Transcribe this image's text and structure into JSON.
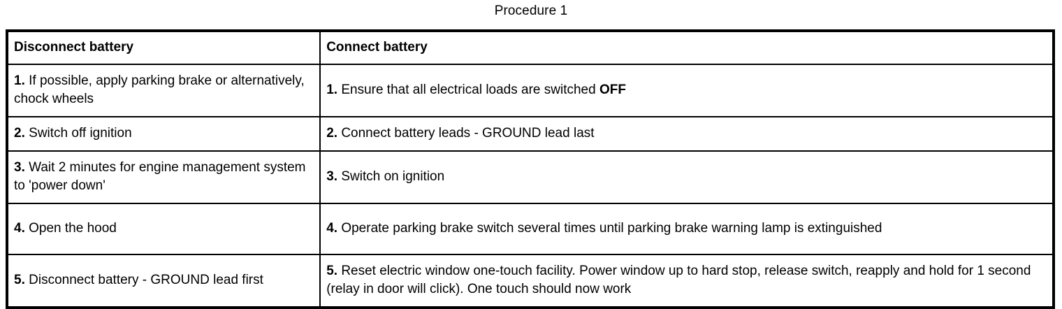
{
  "document": {
    "title": "Procedure 1"
  },
  "table": {
    "headers": [
      "Disconnect battery",
      "Connect battery"
    ],
    "disconnect_steps": [
      {
        "num": "1.",
        "text": "If possible, apply parking brake or alternatively, chock wheels"
      },
      {
        "num": "2.",
        "text": "Switch off ignition"
      },
      {
        "num": "3.",
        "text": "Wait 2 minutes for engine management system to 'power down'"
      },
      {
        "num": "4.",
        "text": "Open the hood"
      },
      {
        "num": "5.",
        "text": "Disconnect battery - GROUND lead first"
      }
    ],
    "connect_steps": [
      {
        "num": "1.",
        "text": "Ensure that all electrical loads are switched ",
        "emph": "OFF",
        "text_after": ""
      },
      {
        "num": "2.",
        "text": "Connect battery leads - GROUND lead last",
        "emph": "",
        "text_after": ""
      },
      {
        "num": "3.",
        "text": "Switch on ignition",
        "emph": "",
        "text_after": ""
      },
      {
        "num": "4.",
        "text": "Operate parking brake switch several times until parking brake warning lamp is extinguished",
        "emph": "",
        "text_after": ""
      },
      {
        "num": "5.",
        "text": "Reset electric window one-touch facility. Power window up to hard stop, release switch, reapply and hold for 1 second (relay in door will click). One touch should now work",
        "emph": "",
        "text_after": ""
      }
    ]
  },
  "colors": {
    "ink": "#000000",
    "paper": "#ffffff"
  }
}
